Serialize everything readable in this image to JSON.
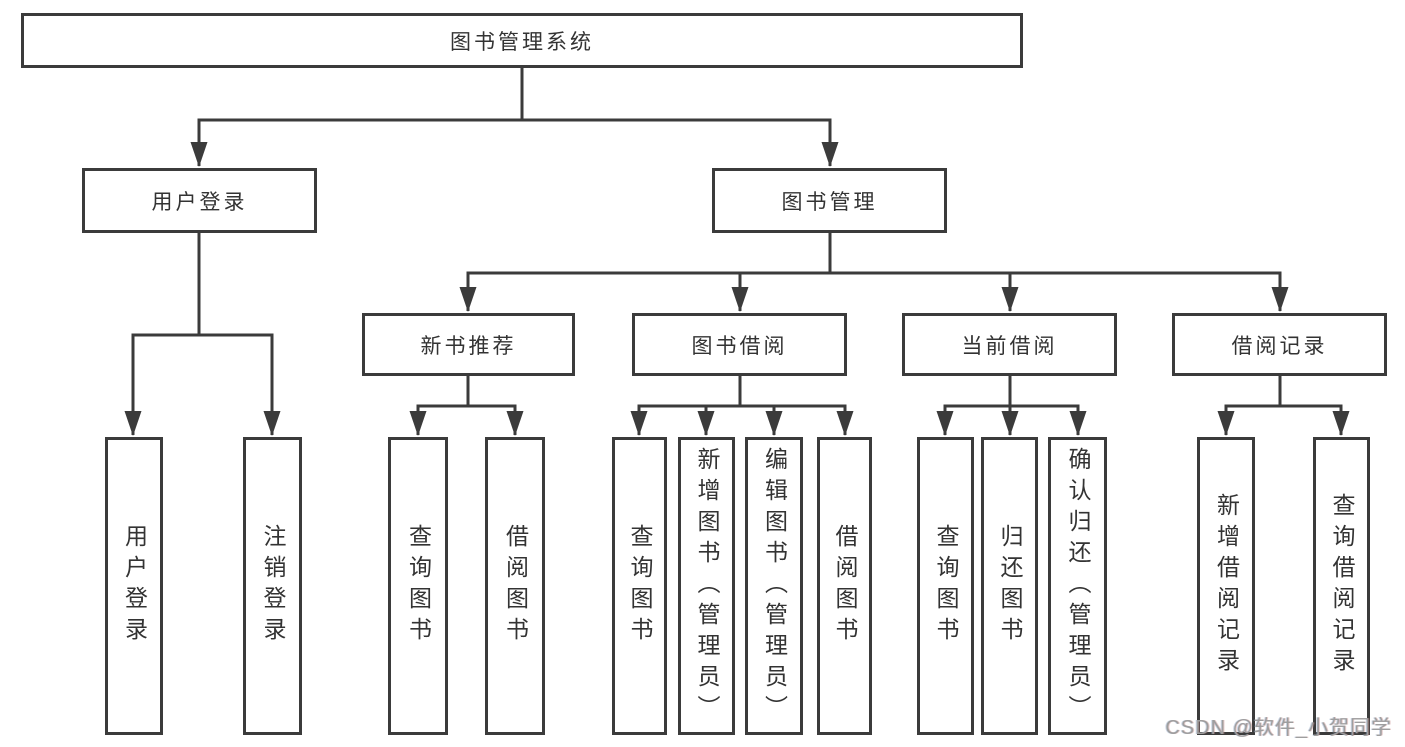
{
  "diagram": {
    "root": {
      "label": "图书管理系统"
    },
    "branches": [
      {
        "label": "用户登录",
        "children": [
          {
            "label": "用户登录"
          },
          {
            "label": "注销登录"
          }
        ]
      },
      {
        "label": "图书管理",
        "children": [
          {
            "label": "新书推荐",
            "children": [
              {
                "label": "查询图书"
              },
              {
                "label": "借阅图书"
              }
            ]
          },
          {
            "label": "图书借阅",
            "children": [
              {
                "label": "查询图书"
              },
              {
                "label": "新增图书（管理员）"
              },
              {
                "label": "编辑图书（管理员）"
              },
              {
                "label": "借阅图书"
              }
            ]
          },
          {
            "label": "当前借阅",
            "children": [
              {
                "label": "查询图书"
              },
              {
                "label": "归还图书"
              },
              {
                "label": "确认归还（管理员）"
              }
            ]
          },
          {
            "label": "借阅记录",
            "children": [
              {
                "label": "新增借阅记录"
              },
              {
                "label": "查询借阅记录"
              }
            ]
          }
        ]
      }
    ]
  },
  "watermark": {
    "text": "CSDN @软件_小贺同学"
  },
  "colors": {
    "line": "#3b3b3b",
    "text": "#333333",
    "watermark": "#9e9e9e",
    "background": "#ffffff"
  }
}
